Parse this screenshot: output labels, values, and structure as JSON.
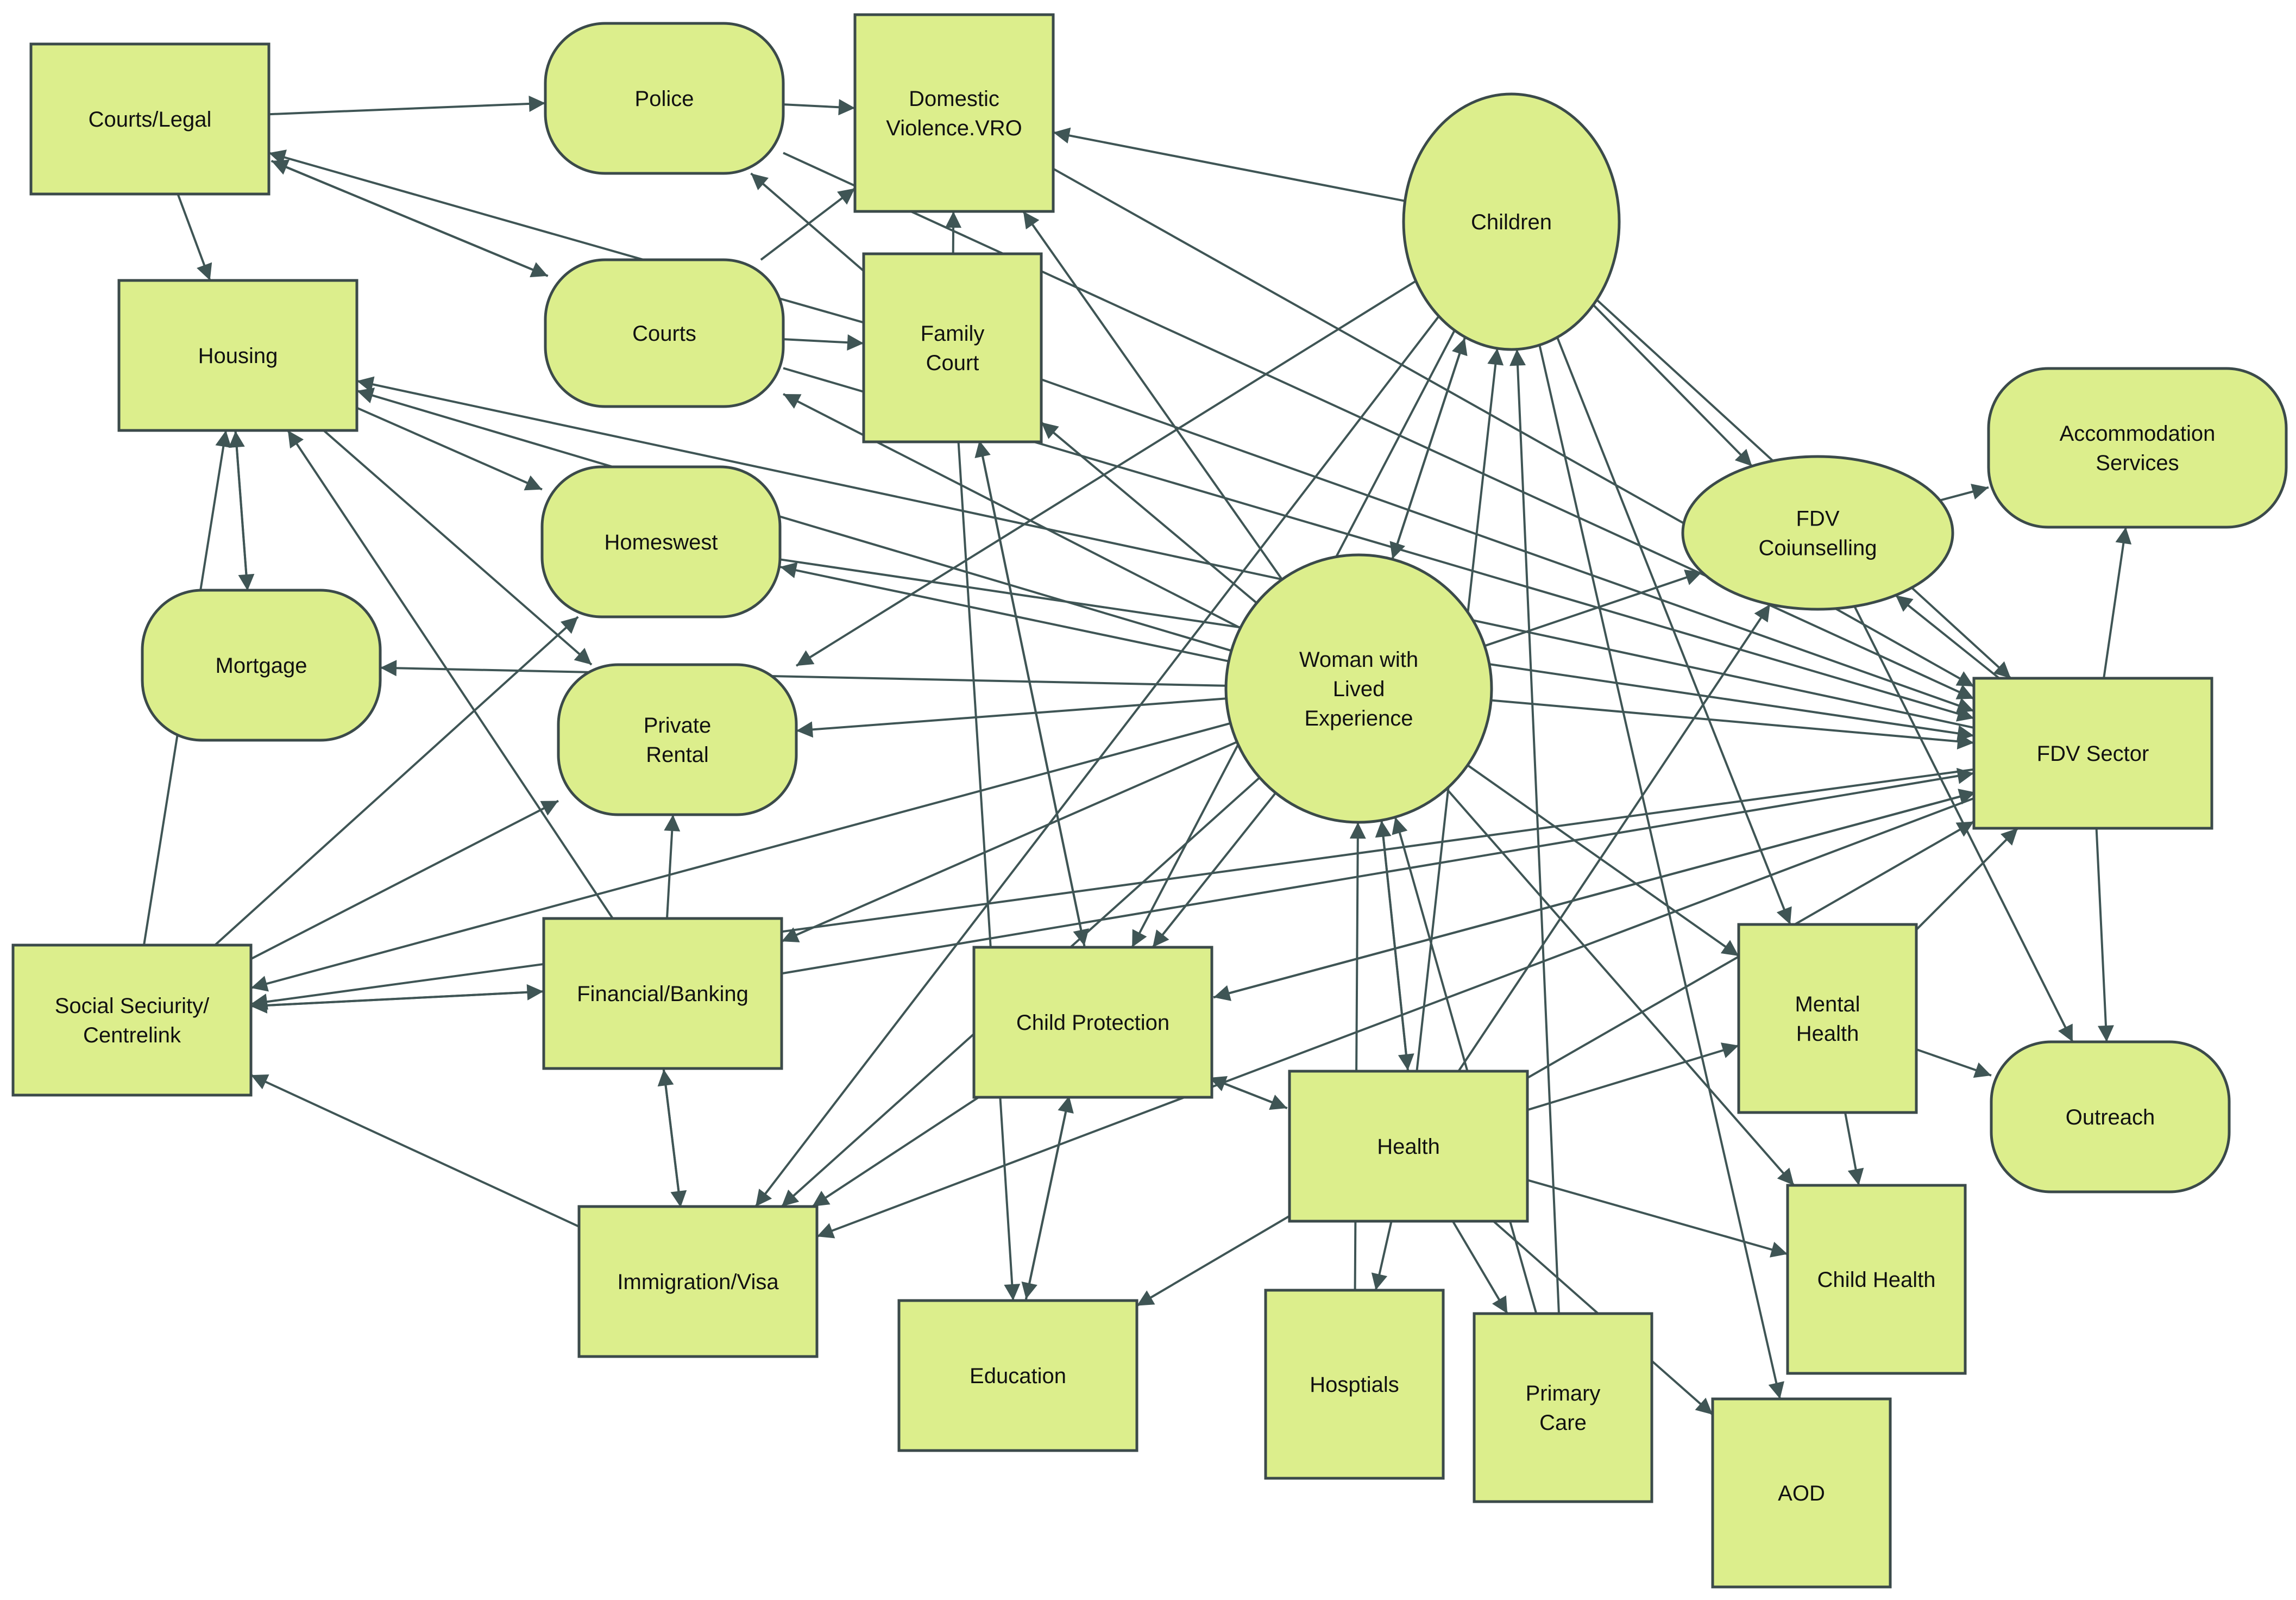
{
  "nodes": [
    {
      "id": "courts_legal",
      "label": [
        "Courts/Legal"
      ]
    },
    {
      "id": "police",
      "label": [
        "Police"
      ]
    },
    {
      "id": "dv_vro",
      "label": [
        "Domestic",
        "Violence.VRO"
      ]
    },
    {
      "id": "children",
      "label": [
        "Children"
      ]
    },
    {
      "id": "housing",
      "label": [
        "Housing"
      ]
    },
    {
      "id": "courts",
      "label": [
        "Courts"
      ]
    },
    {
      "id": "family_court",
      "label": [
        "Family",
        "Court"
      ]
    },
    {
      "id": "accommodation",
      "label": [
        "Accommodation",
        "Services"
      ]
    },
    {
      "id": "fdv_counselling",
      "label": [
        "FDV",
        "Coiunselling"
      ]
    },
    {
      "id": "homeswest",
      "label": [
        "Homeswest"
      ]
    },
    {
      "id": "mortgage",
      "label": [
        "Mortgage"
      ]
    },
    {
      "id": "woman",
      "label": [
        "Woman with",
        "Lived",
        "Experience"
      ]
    },
    {
      "id": "private_rental",
      "label": [
        "Private",
        "Rental"
      ]
    },
    {
      "id": "fdv_sector",
      "label": [
        "FDV Sector"
      ]
    },
    {
      "id": "social_security",
      "label": [
        "Social Seciurity/",
        "Centrelink"
      ]
    },
    {
      "id": "financial",
      "label": [
        "Financial/Banking"
      ]
    },
    {
      "id": "child_protection",
      "label": [
        "Child Protection"
      ]
    },
    {
      "id": "mental_health",
      "label": [
        "Mental",
        "Health"
      ]
    },
    {
      "id": "outreach",
      "label": [
        "Outreach"
      ]
    },
    {
      "id": "health",
      "label": [
        "Health"
      ]
    },
    {
      "id": "immigration",
      "label": [
        "Immigration/Visa"
      ]
    },
    {
      "id": "child_health",
      "label": [
        "Child Health"
      ]
    },
    {
      "id": "education",
      "label": [
        "Education"
      ]
    },
    {
      "id": "hospitals",
      "label": [
        "Hosptials"
      ]
    },
    {
      "id": "primary_care",
      "label": [
        "Primary",
        "Care"
      ]
    },
    {
      "id": "aod",
      "label": [
        "AOD"
      ]
    }
  ],
  "edges": [
    {
      "from": "courts_legal",
      "to": "police"
    },
    {
      "from": "courts_legal",
      "to": "housing"
    },
    {
      "from": "courts",
      "to": "courts_legal"
    },
    {
      "from": "courts_legal",
      "to": "courts"
    },
    {
      "from": "family_court",
      "to": "courts_legal"
    },
    {
      "from": "police",
      "to": "dv_vro"
    },
    {
      "from": "children",
      "to": "dv_vro"
    },
    {
      "from": "courts",
      "to": "dv_vro"
    },
    {
      "from": "courts",
      "to": "family_court"
    },
    {
      "from": "family_court",
      "to": "police"
    },
    {
      "from": "family_court",
      "to": "dv_vro"
    },
    {
      "from": "family_court",
      "to": "child_protection"
    },
    {
      "from": "child_protection",
      "to": "family_court"
    },
    {
      "from": "housing",
      "to": "mortgage"
    },
    {
      "from": "mortgage",
      "to": "housing"
    },
    {
      "from": "housing",
      "to": "homeswest"
    },
    {
      "from": "housing",
      "to": "private_rental"
    },
    {
      "from": "woman",
      "to": "housing"
    },
    {
      "from": "fdv_sector",
      "to": "housing"
    },
    {
      "from": "financial",
      "to": "housing"
    },
    {
      "from": "social_security",
      "to": "housing"
    },
    {
      "from": "woman",
      "to": "homeswest"
    },
    {
      "from": "woman",
      "to": "mortgage"
    },
    {
      "from": "woman",
      "to": "private_rental"
    },
    {
      "from": "woman",
      "to": "courts"
    },
    {
      "from": "woman",
      "to": "family_court"
    },
    {
      "from": "woman",
      "to": "dv_vro"
    },
    {
      "from": "woman",
      "to": "children"
    },
    {
      "from": "children",
      "to": "woman"
    },
    {
      "from": "children",
      "to": "fdv_counselling"
    },
    {
      "from": "children",
      "to": "fdv_sector"
    },
    {
      "from": "children",
      "to": "private_rental"
    },
    {
      "from": "children",
      "to": "immigration"
    },
    {
      "from": "children",
      "to": "child_protection"
    },
    {
      "from": "children",
      "to": "mental_health"
    },
    {
      "from": "children",
      "to": "aod"
    },
    {
      "from": "health",
      "to": "children"
    },
    {
      "from": "primary_care",
      "to": "children"
    },
    {
      "from": "woman",
      "to": "fdv_counselling"
    },
    {
      "from": "woman",
      "to": "fdv_sector"
    },
    {
      "from": "woman",
      "to": "social_security"
    },
    {
      "from": "woman",
      "to": "financial"
    },
    {
      "from": "woman",
      "to": "child_protection"
    },
    {
      "from": "woman",
      "to": "health"
    },
    {
      "from": "health",
      "to": "woman"
    },
    {
      "from": "woman",
      "to": "mental_health"
    },
    {
      "from": "woman",
      "to": "child_health"
    },
    {
      "from": "woman",
      "to": "immigration"
    },
    {
      "from": "hospitals",
      "to": "woman"
    },
    {
      "from": "primary_care",
      "to": "woman"
    },
    {
      "from": "fdv_counselling",
      "to": "accommodation"
    },
    {
      "from": "fdv_sector",
      "to": "accommodation"
    },
    {
      "from": "fdv_sector",
      "to": "fdv_counselling"
    },
    {
      "from": "fdv_sector",
      "to": "outreach"
    },
    {
      "from": "fdv_counselling",
      "to": "outreach"
    },
    {
      "from": "fdv_sector",
      "to": "social_security"
    },
    {
      "from": "fdv_sector",
      "to": "child_protection"
    },
    {
      "from": "fdv_sector",
      "to": "immigration"
    },
    {
      "from": "dv_vro",
      "to": "fdv_sector"
    },
    {
      "from": "police",
      "to": "fdv_sector"
    },
    {
      "from": "courts",
      "to": "fdv_sector"
    },
    {
      "from": "family_court",
      "to": "fdv_sector"
    },
    {
      "from": "homeswest",
      "to": "fdv_sector"
    },
    {
      "from": "financial",
      "to": "fdv_sector"
    },
    {
      "from": "health",
      "to": "fdv_sector"
    },
    {
      "from": "mental_health",
      "to": "fdv_sector"
    },
    {
      "from": "child_protection",
      "to": "fdv_sector"
    },
    {
      "from": "social_security",
      "to": "private_rental"
    },
    {
      "from": "social_security",
      "to": "homeswest"
    },
    {
      "from": "social_security",
      "to": "financial"
    },
    {
      "from": "financial",
      "to": "social_security"
    },
    {
      "from": "financial",
      "to": "private_rental"
    },
    {
      "from": "financial",
      "to": "immigration"
    },
    {
      "from": "immigration",
      "to": "financial"
    },
    {
      "from": "immigration",
      "to": "social_security"
    },
    {
      "from": "child_protection",
      "to": "immigration"
    },
    {
      "from": "child_protection",
      "to": "education"
    },
    {
      "from": "education",
      "to": "child_protection"
    },
    {
      "from": "family_court",
      "to": "education"
    },
    {
      "from": "child_protection",
      "to": "health"
    },
    {
      "from": "health",
      "to": "child_protection"
    },
    {
      "from": "health",
      "to": "education"
    },
    {
      "from": "health",
      "to": "mental_health"
    },
    {
      "from": "health",
      "to": "child_health"
    },
    {
      "from": "health",
      "to": "primary_care"
    },
    {
      "from": "health",
      "to": "hospitals"
    },
    {
      "from": "health",
      "to": "aod"
    },
    {
      "from": "health",
      "to": "fdv_counselling"
    },
    {
      "from": "mental_health",
      "to": "outreach"
    },
    {
      "from": "mental_health",
      "to": "child_health"
    }
  ]
}
